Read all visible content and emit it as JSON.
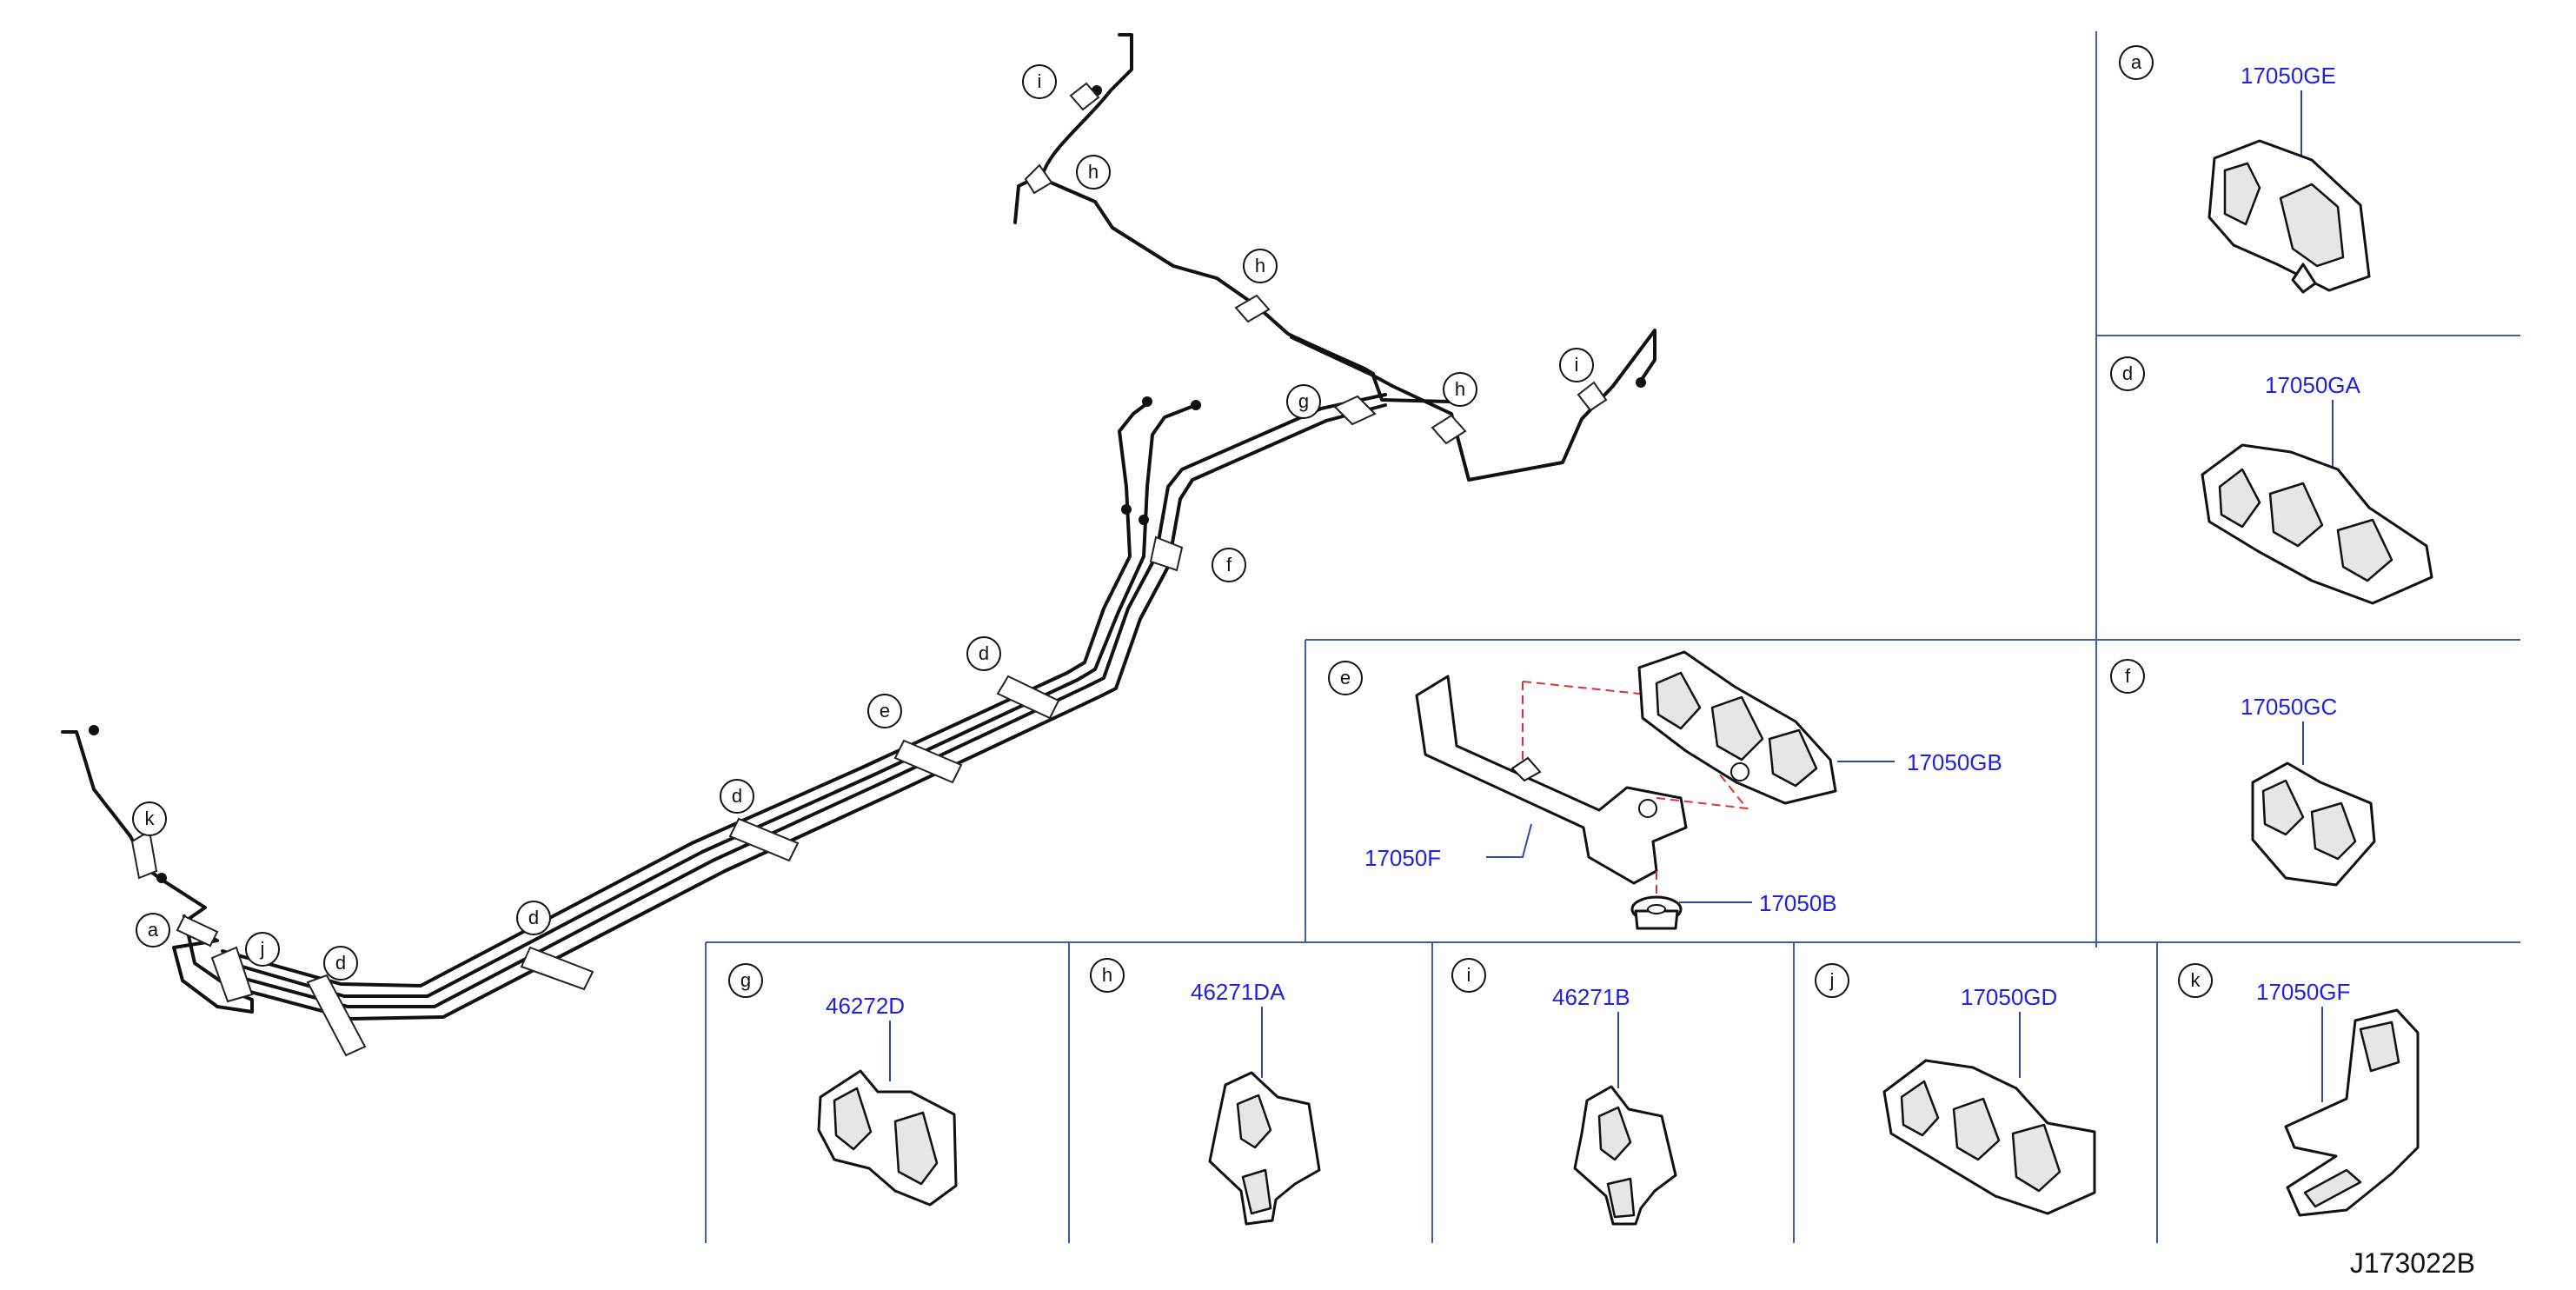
{
  "drawing_code": "J173022B",
  "diagram_callouts": {
    "i1": "i",
    "h1": "h",
    "h2": "h",
    "g": "g",
    "h3": "h",
    "i2": "i",
    "f": "f",
    "d1": "d",
    "e": "e",
    "d2": "d",
    "d3": "d",
    "d4": "d",
    "k": "k",
    "a": "a",
    "j": "j"
  },
  "panels": {
    "a": {
      "letter": "a",
      "part_number": "17050GE"
    },
    "d": {
      "letter": "d",
      "part_number": "17050GA"
    },
    "e": {
      "letter": "e",
      "parts": [
        "17050GB",
        "17050F",
        "17050B"
      ]
    },
    "f": {
      "letter": "f",
      "part_number": "17050GC"
    },
    "g": {
      "letter": "g",
      "part_number": "46272D"
    },
    "h": {
      "letter": "h",
      "part_number": "46271DA"
    },
    "i": {
      "letter": "i",
      "part_number": "46271B"
    },
    "j": {
      "letter": "j",
      "part_number": "17050GD"
    },
    "k": {
      "letter": "k",
      "part_number": "17050GF"
    }
  },
  "colors": {
    "part_number": "#2020e0",
    "panel_border": "#3b5fb0",
    "line_art": "#111111",
    "hidden_line": "#e03030"
  }
}
